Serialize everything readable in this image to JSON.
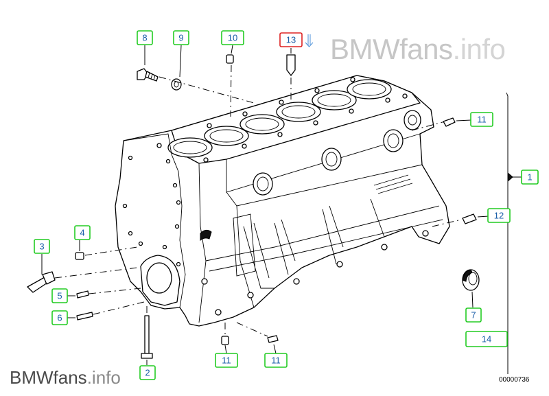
{
  "watermark_top": {
    "brand": "BMWfans",
    "suffix": ".info"
  },
  "watermark_bottom": {
    "brand": "BMWfans",
    "suffix": ".info"
  },
  "diagram_id": "00000736",
  "callouts": [
    {
      "label": "8",
      "highlight": false
    },
    {
      "label": "9",
      "highlight": false
    },
    {
      "label": "10",
      "highlight": false
    },
    {
      "label": "13",
      "highlight": true
    },
    {
      "label": "11",
      "highlight": false
    },
    {
      "label": "1",
      "highlight": false
    },
    {
      "label": "12",
      "highlight": false
    },
    {
      "label": "4",
      "highlight": false
    },
    {
      "label": "3",
      "highlight": false
    },
    {
      "label": "5",
      "highlight": false
    },
    {
      "label": "6",
      "highlight": false
    },
    {
      "label": "7",
      "highlight": false
    },
    {
      "label": "14",
      "highlight": false
    },
    {
      "label": "2",
      "highlight": false
    },
    {
      "label": "11",
      "highlight": false
    },
    {
      "label": "11",
      "highlight": false
    }
  ],
  "colors": {
    "callout_border": "#22cc22",
    "callout_highlight": "#dd2222",
    "callout_text": "#1a5ea8"
  }
}
